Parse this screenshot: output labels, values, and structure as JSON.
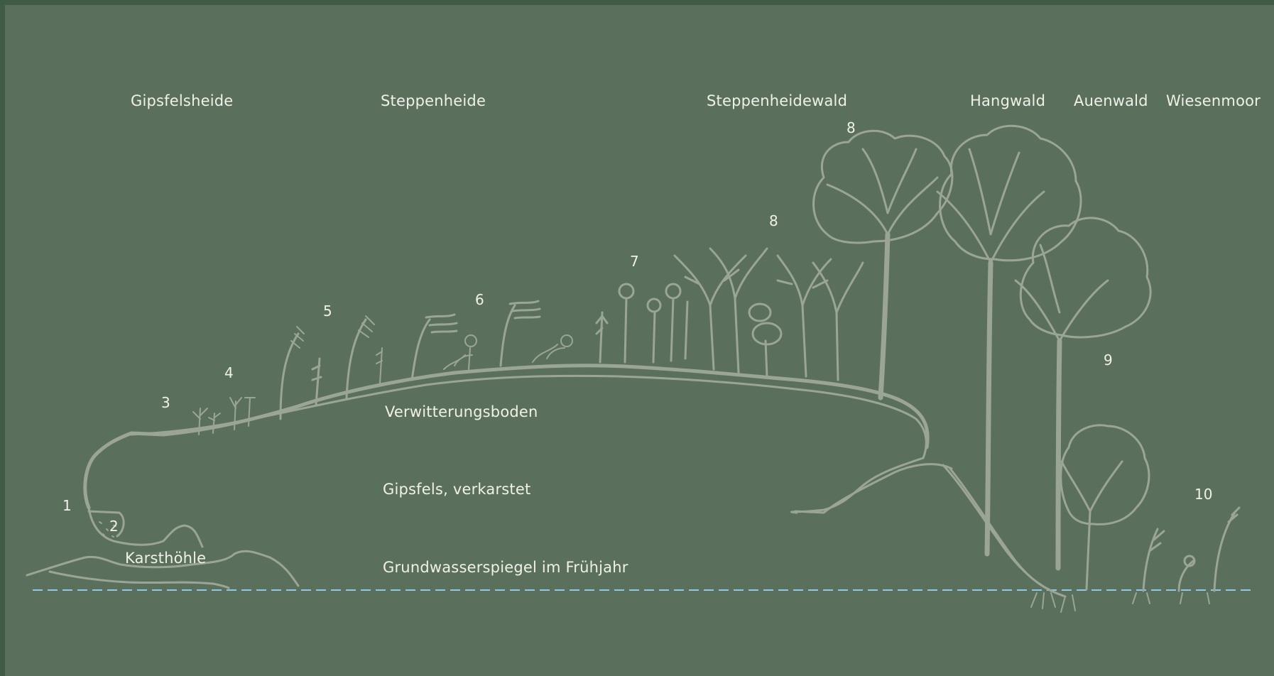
{
  "zones": [
    {
      "id": "gipsfelsheide",
      "label": "Gipsfelsheide"
    },
    {
      "id": "steppenheide",
      "label": "Steppenheide"
    },
    {
      "id": "steppenheidewald",
      "label": "Steppenheidewald"
    },
    {
      "id": "hangwald",
      "label": "Hangwald"
    },
    {
      "id": "auenwald",
      "label": "Auenwald"
    },
    {
      "id": "wiesenmoor",
      "label": "Wiesenmoor"
    }
  ],
  "layers": {
    "soil": "Verwitterungsboden",
    "rock": "Gipsfels, verkarstet",
    "groundwater": "Grundwasserspiegel im Frühjahr",
    "cave": "Karsthöhle"
  },
  "numbers": [
    "1",
    "2",
    "3",
    "4",
    "5",
    "6",
    "7",
    "8",
    "8",
    "9",
    "10"
  ],
  "colors": {
    "frame": "#3f5a47",
    "background": "#5b705c",
    "drawing": "#9ba596",
    "text": "#f0f0ea",
    "groundwater_line": "#8fc8e6"
  }
}
